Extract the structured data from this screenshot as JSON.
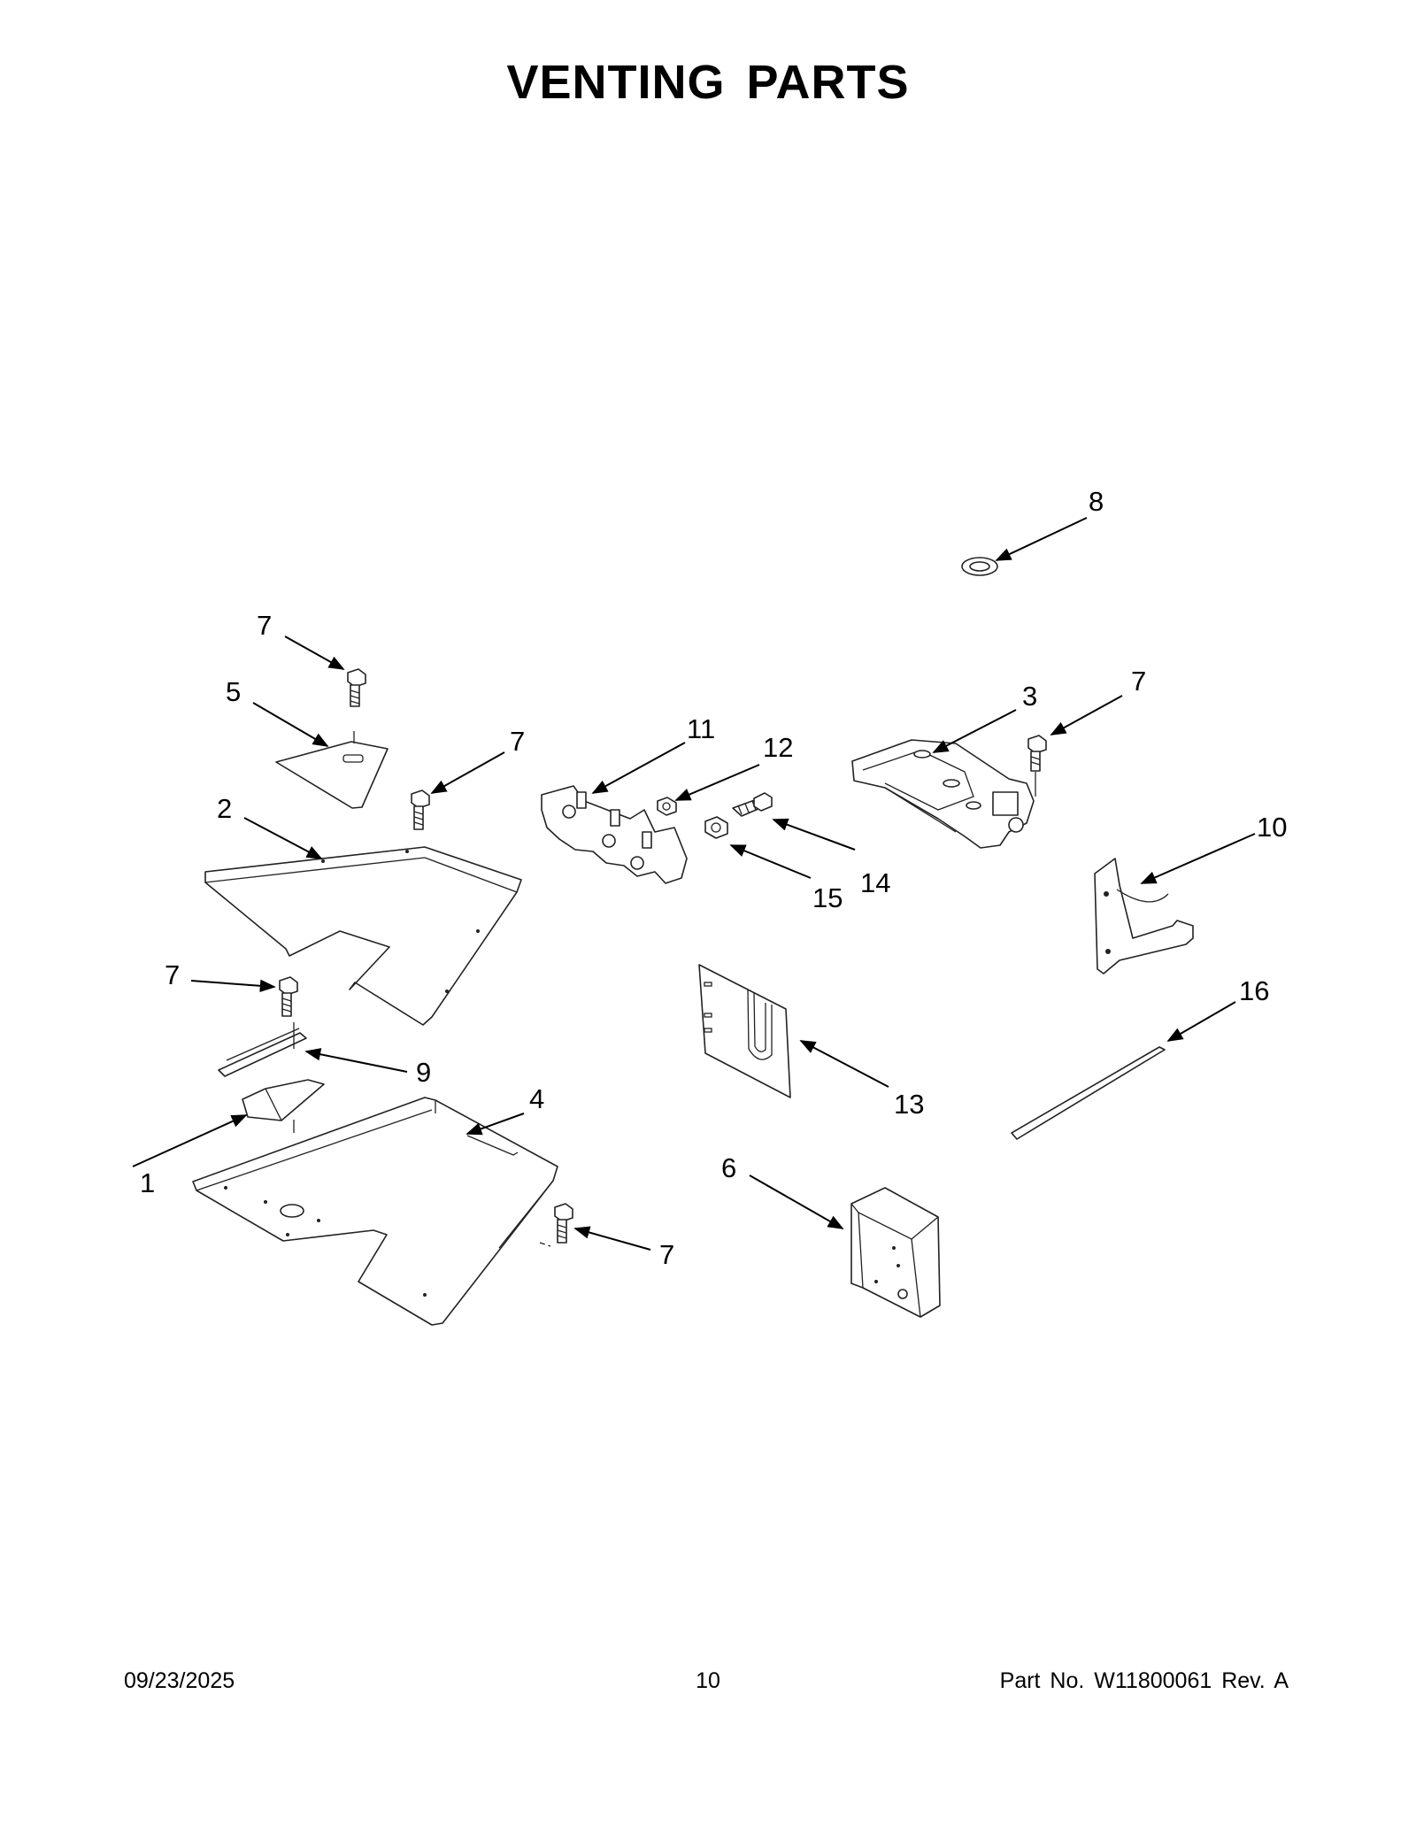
{
  "page": {
    "title": "VENTING PARTS",
    "footer": {
      "date": "09/23/2025",
      "page_number": "10",
      "part_number": "Part No.  W11800061  Rev.  A"
    }
  },
  "callouts": [
    {
      "id": "c1",
      "label": "1"
    },
    {
      "id": "c2",
      "label": "2"
    },
    {
      "id": "c3",
      "label": "3"
    },
    {
      "id": "c4",
      "label": "4"
    },
    {
      "id": "c5",
      "label": "5"
    },
    {
      "id": "c6",
      "label": "6"
    },
    {
      "id": "c7a",
      "label": "7"
    },
    {
      "id": "c7b",
      "label": "7"
    },
    {
      "id": "c7c",
      "label": "7"
    },
    {
      "id": "c7d",
      "label": "7"
    },
    {
      "id": "c7e",
      "label": "7"
    },
    {
      "id": "c8",
      "label": "8"
    },
    {
      "id": "c9",
      "label": "9"
    },
    {
      "id": "c10",
      "label": "10"
    },
    {
      "id": "c11",
      "label": "11"
    },
    {
      "id": "c12",
      "label": "12"
    },
    {
      "id": "c13",
      "label": "13"
    },
    {
      "id": "c14",
      "label": "14"
    },
    {
      "id": "c15",
      "label": "15"
    },
    {
      "id": "c16",
      "label": "16"
    }
  ]
}
